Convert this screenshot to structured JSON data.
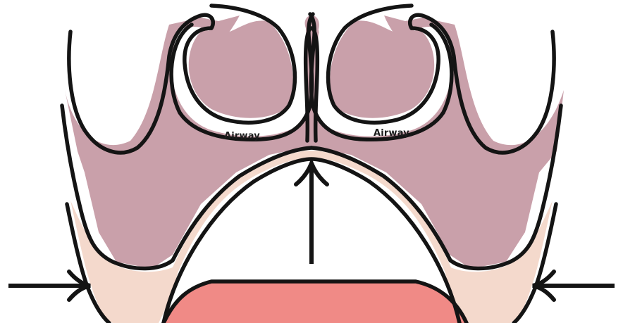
{
  "labels": {
    "airway_left": "Airway",
    "airway_right": "Airway"
  },
  "colors": {
    "tissue": "#c9a0aa",
    "mucosa": "#f4d9cc",
    "tongue": "#f08a86",
    "outline": "#141414",
    "background": "#ffffff"
  },
  "arrows": [
    {
      "name": "left-arrow",
      "direction": "right"
    },
    {
      "name": "center-arrow",
      "direction": "up"
    },
    {
      "name": "right-arrow",
      "direction": "left"
    }
  ]
}
